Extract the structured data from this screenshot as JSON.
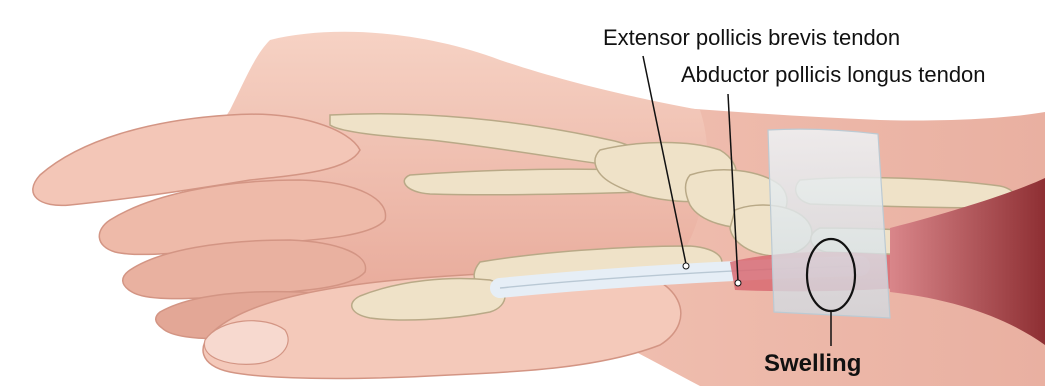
{
  "labels": {
    "epb": "Extensor pollicis brevis tendon",
    "apl": "Abductor pollicis longus tendon",
    "swelling": "Swelling"
  },
  "colors": {
    "skin": "#f2c3b3",
    "skin_shadow": "#dd9b8a",
    "bone": "#efe2c8",
    "bone_outline": "#b9a987",
    "tendon": "#e6eef6",
    "sheath": "#dfe8ee",
    "muscle": "#b94a4a",
    "inflamed": "#d86a72",
    "leader_line": "#111111"
  }
}
